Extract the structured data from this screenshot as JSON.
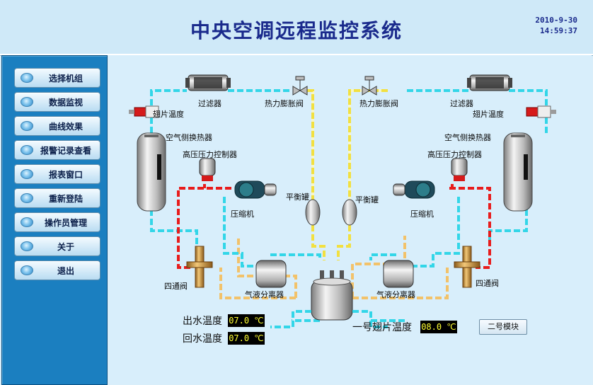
{
  "header": {
    "title": "中央空调远程监控系统",
    "date": "2010-9-30",
    "time": "14:59:37"
  },
  "nav": [
    {
      "label": "选择机组"
    },
    {
      "label": "数据监视"
    },
    {
      "label": "曲线效果"
    },
    {
      "label": "报警记录查看"
    },
    {
      "label": "报表窗口"
    },
    {
      "label": "重新登陆"
    },
    {
      "label": "操作员管理"
    },
    {
      "label": "关于"
    },
    {
      "label": "退出"
    }
  ],
  "labels": {
    "filter": "过滤器",
    "expansion_valve": "热力膨胀阀",
    "fin_temp": "翅片温度",
    "air_hx": "空气侧换热器",
    "hp_switch": "高压压力控制器",
    "compressor": "压缩机",
    "balance_tank": "平衡罐",
    "four_way_valve": "四通阀",
    "separator": "气液分离器"
  },
  "readouts": {
    "outlet_label": "出水温度",
    "outlet_value": "07.0 ℃",
    "return_label": "回水温度",
    "return_value": "07.0 ℃",
    "fin1_label": "一号翅片温度",
    "fin1_value": "08.0 ℃"
  },
  "module_button": "二号模块",
  "colors": {
    "suction": "#33d6e8",
    "liquid": "#f2e040",
    "discharge": "#e81c1c",
    "water": "#f2c26a",
    "panel": "#1b7fc0",
    "title": "#1a2a8c"
  }
}
